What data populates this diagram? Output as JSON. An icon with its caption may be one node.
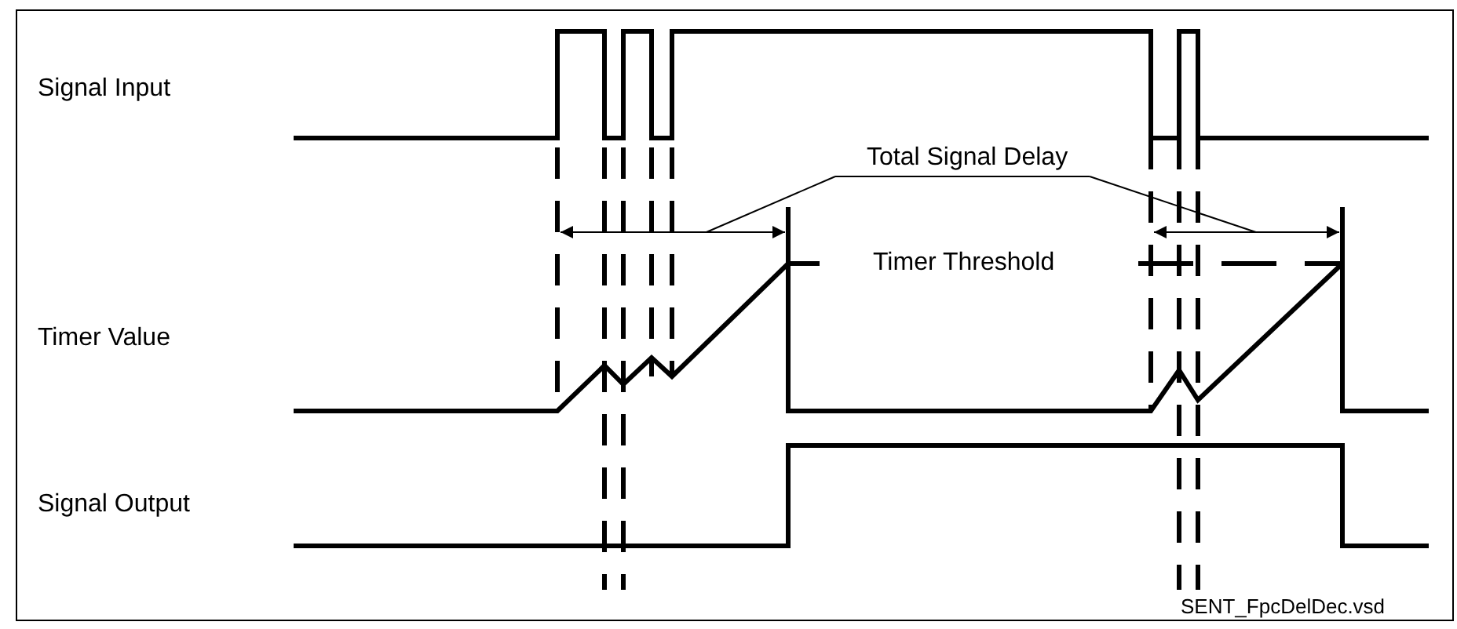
{
  "diagram": {
    "nodes": [
      {
        "text": [
          "Total Signal Delay"
        ]
      },
      {
        "text": [],
        "shape": "arrow"
      },
      {
        "text": [],
        "shape": "arrow"
      }
    ],
    "edges": [
      {
        "from": 0,
        "to": 1,
        "arrow": "none"
      },
      {
        "from": 0,
        "to": 2,
        "arrow": "none"
      }
    ],
    "labels": [
      "Signal Input",
      "Timer Value",
      "Timer Threshold",
      "Signal Output",
      "SENT_FpcDelDec.vsd"
    ]
  }
}
